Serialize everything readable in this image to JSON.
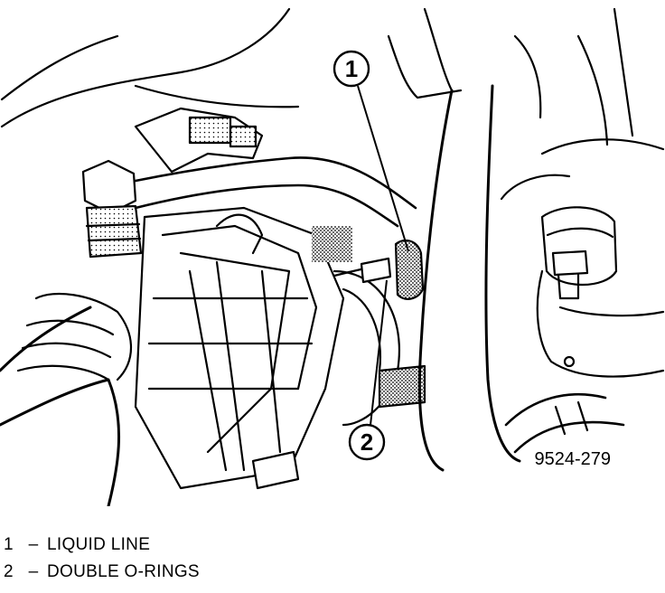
{
  "diagram": {
    "figure_id": "9524-279",
    "callouts": [
      {
        "number": "1"
      },
      {
        "number": "2"
      }
    ]
  },
  "legend": [
    {
      "number": "1",
      "separator": "–",
      "label": "LIQUID LINE"
    },
    {
      "number": "2",
      "separator": "–",
      "label": "DOUBLE O-RINGS"
    }
  ],
  "colors": {
    "ink": "#000000",
    "paper": "#ffffff",
    "shade": "#9a9a9a"
  }
}
